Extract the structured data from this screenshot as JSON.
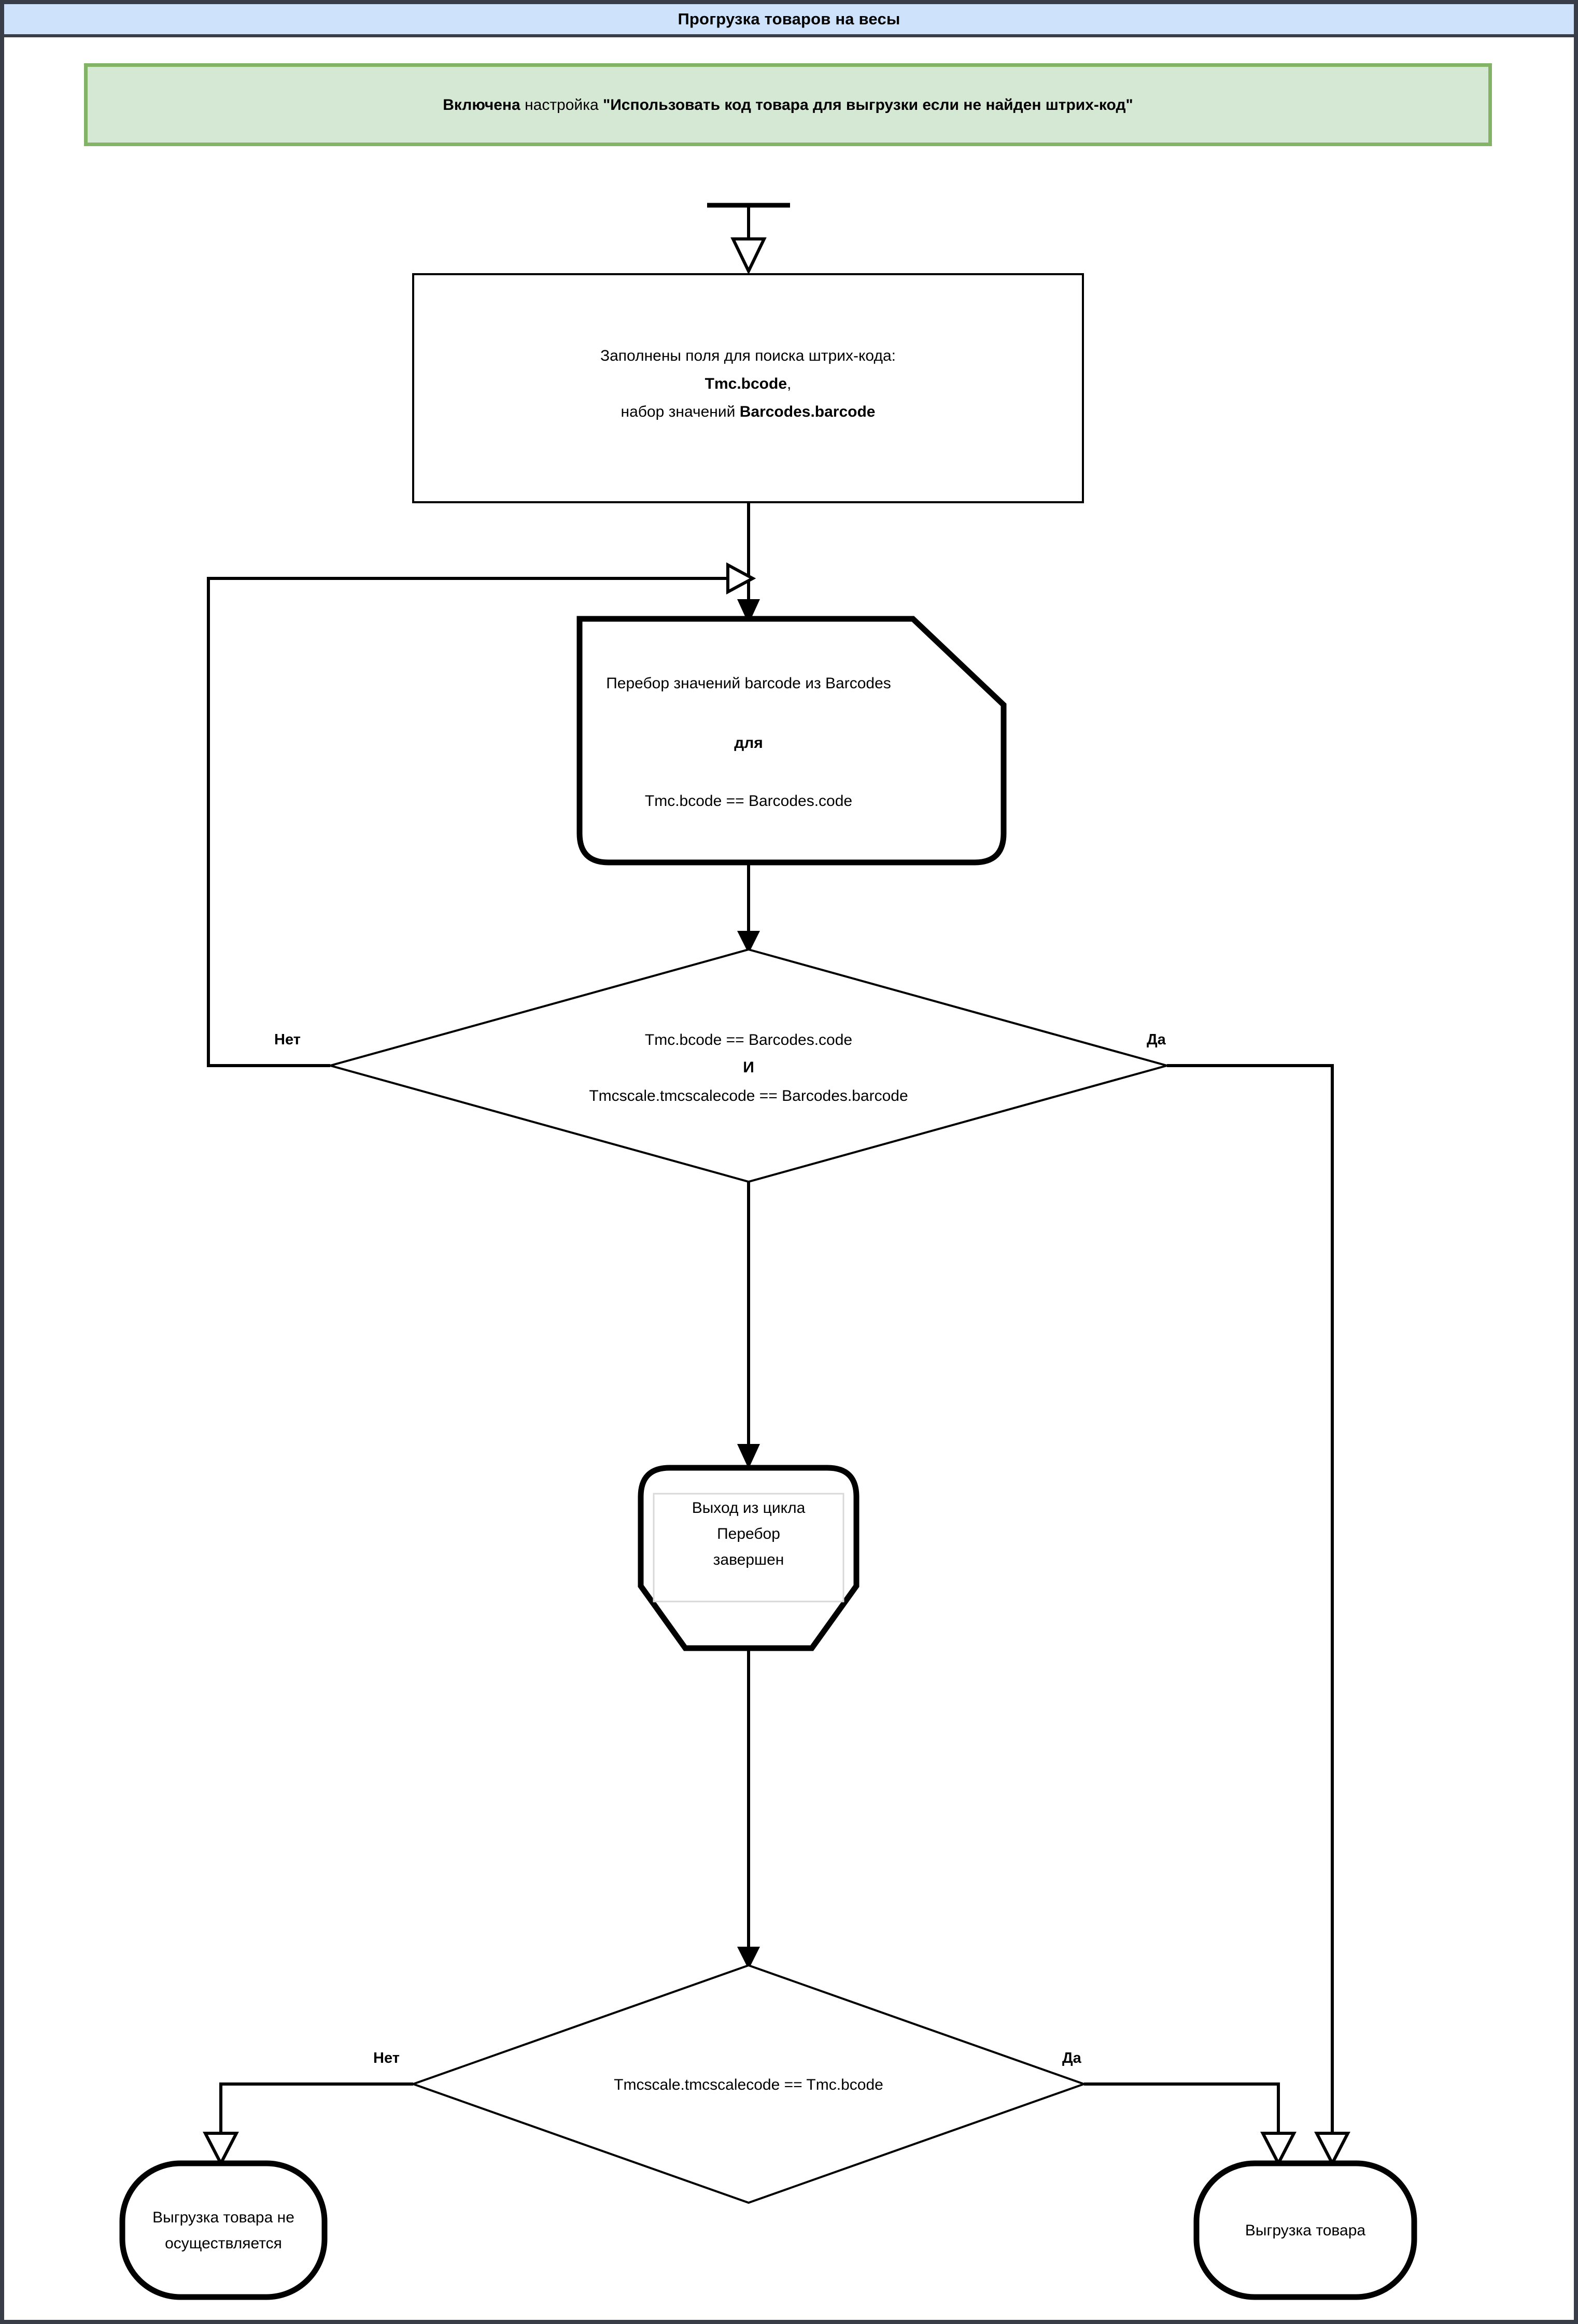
{
  "window": {
    "title": "Прогрузка товаров на весы",
    "frame_border_color": "#383d47",
    "title_bar_color": "#cfe2fb"
  },
  "note": {
    "prefix_bold": "Включена",
    "middle": " настройка ",
    "quoted_bold": "\"Использовать код товара для выгрузки если не найден штрих-код\"",
    "fill_color": "#d5e8d4",
    "border_color": "#82b366"
  },
  "flowchart": {
    "start_marker": "start-bar",
    "nodes": {
      "process_fill_fields": {
        "type": "process",
        "line1": "Заполнены поля для поиска штрих-кода:",
        "line2_bold": "Tmc.bcode",
        "line2_tail": ",",
        "line3_prefix": "набор значений ",
        "line3_bold": "Barcodes.barcode"
      },
      "loop_start": {
        "type": "loop-start",
        "line1": "Перебор значений barcode из Barcodes",
        "line2_bold": "для",
        "line3": "Tmc.bcode == Barcodes.code"
      },
      "decision_1": {
        "type": "decision",
        "line1": "Tmc.bcode == Barcodes.code",
        "line2_bold": "И",
        "line3": "Tmcscale.tmcscalecode == Barcodes.barcode",
        "label_no": "Нет",
        "label_yes": "Да"
      },
      "loop_end": {
        "type": "loop-end",
        "line1": "Выход из цикла",
        "line2": "Перебор",
        "line3": "завершен"
      },
      "decision_2": {
        "type": "decision",
        "line1": "Tmcscale.tmcscalecode == Tmc.bcode",
        "label_no": "Нет",
        "label_yes": "Да"
      },
      "terminal_no_upload": {
        "type": "terminal",
        "line1": "Выгрузка товара не",
        "line2": "осуществляется"
      },
      "terminal_upload": {
        "type": "terminal",
        "line1": "Выгрузка товара"
      }
    }
  }
}
